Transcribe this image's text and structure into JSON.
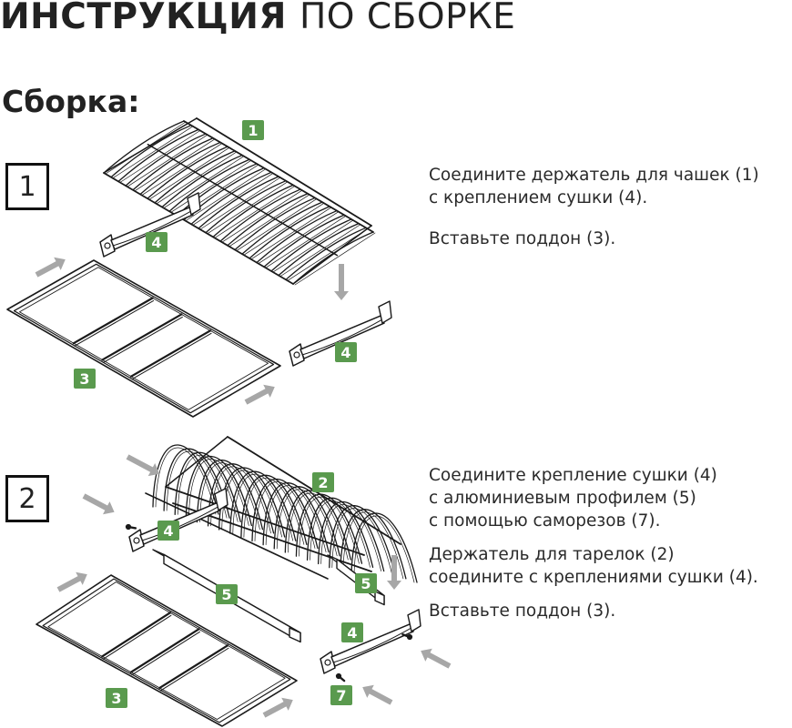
{
  "header": {
    "title_bold": "ИНСТРУКЦИЯ",
    "title_light": "ПО СБОРКЕ"
  },
  "section_title": "Сборка:",
  "steps": [
    {
      "number": "1",
      "lines": [
        "Соедините держатель для чашек (1)",
        "с креплением сушки (4).",
        "Вставьте поддон (3)."
      ]
    },
    {
      "number": "2",
      "lines": [
        "Соедините крепление сушки (4)",
        "с алюминиевым профилем (5)",
        "с помощью саморезов (7).",
        "Держатель для тарелок (2)",
        "соедините с креплениями сушки (4).",
        "Вставьте поддон (3)."
      ]
    }
  ],
  "badges": {
    "cup_rack": "1",
    "plate_rack": "2",
    "tray": "3",
    "mount": "4",
    "profile": "5",
    "screws": "7"
  },
  "colors": {
    "badge_green": "#5a9a4e",
    "arrow_gray": "#a7a7a7",
    "line_dark": "#1a1a1a"
  }
}
